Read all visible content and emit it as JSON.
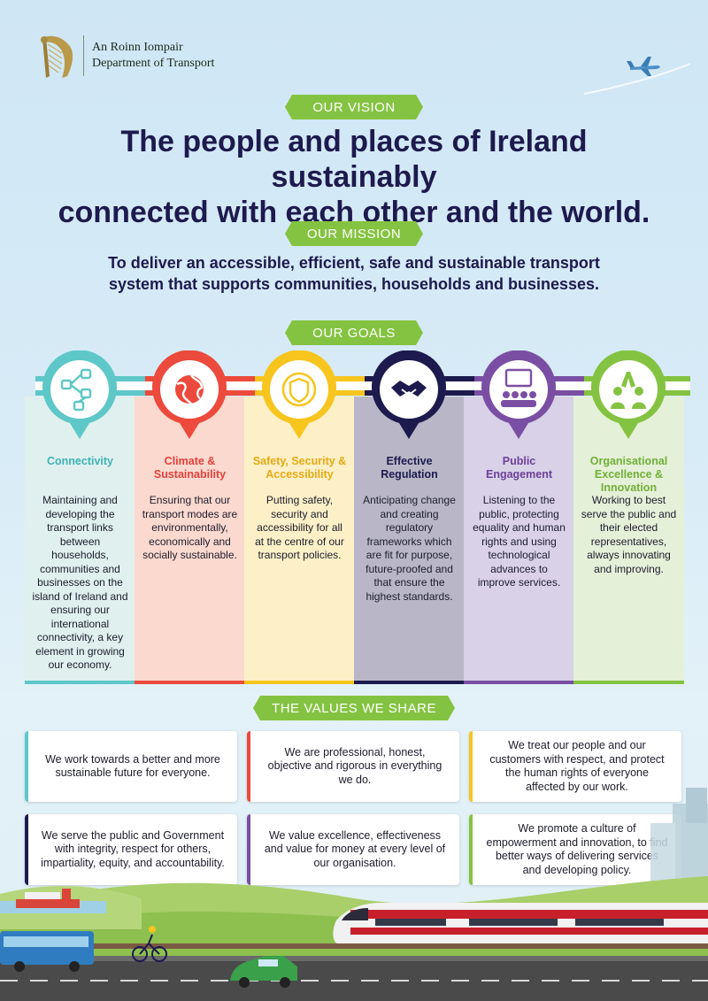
{
  "header": {
    "org_name_irish": "An Roinn Iompair",
    "org_name_english": "Department of Transport"
  },
  "vision": {
    "label": "OUR VISION",
    "line1": "The people and places of Ireland sustainably",
    "line2": "connected with each other and the world."
  },
  "mission": {
    "label": "OUR MISSION",
    "line1": "To deliver an accessible, efficient, safe and sustainable transport",
    "line2": "system that supports communities, households and businesses."
  },
  "goals": {
    "label": "OUR GOALS",
    "items": [
      {
        "title": "Connectivity",
        "description": "Maintaining and developing the transport links between households, communities and businesses on the island of Ireland and ensuring our international connectivity, a key element in growing our economy.",
        "color": "#5ec7c8",
        "bg": "#dff0ef",
        "title_color": "#3fb2b4",
        "icon": "network-icon"
      },
      {
        "title": "Climate & Sustainability",
        "description": "Ensuring that our transport modes are environmentally, economically and socially sustainable.",
        "color": "#ec4a3c",
        "bg": "#fbd9cf",
        "title_color": "#e2403a",
        "icon": "globe-icon"
      },
      {
        "title": "Safety, Security & Accessibility",
        "description": "Putting safety, security and accessibility for all at the centre of our transport policies.",
        "color": "#f7c51e",
        "bg": "#fdf0c7",
        "title_color": "#e6a913",
        "icon": "shield-icon"
      },
      {
        "title": "Effective Regulation",
        "description": "Anticipating change and creating regulatory frameworks which are fit for purpose, future-proofed and that ensure the highest standards.",
        "color": "#1d1a4e",
        "bg": "#b9b7c7",
        "title_color": "#1d1a4e",
        "icon": "handshake-icon"
      },
      {
        "title": "Public Engagement",
        "description": "Listening to the public, protecting equality and human rights and using technological advances to improve services.",
        "color": "#7a4fa3",
        "bg": "#d8d1e8",
        "title_color": "#6c3f98",
        "icon": "audience-icon"
      },
      {
        "title": "Organisational Excellence & Innovation",
        "description": "Working to best serve the public and their elected representatives, always innovating and improving.",
        "color": "#84c341",
        "bg": "#e5f0d8",
        "title_color": "#6fb036",
        "icon": "high-five-icon"
      }
    ]
  },
  "values": {
    "label": "THE VALUES WE SHARE",
    "items": [
      {
        "text": "We work towards a better and more sustainable future for everyone.",
        "accent": "#5ec7c8"
      },
      {
        "text": "We are professional, honest, objective and rigorous in everything we do.",
        "accent": "#ec4a3c"
      },
      {
        "text": "We treat our people and our customers with respect, and protect the human rights of everyone affected by our work.",
        "accent": "#f7c51e"
      },
      {
        "text": "We serve the public and Government with integrity, respect for others, impartiality, equity, and accountability.",
        "accent": "#1d1a4e"
      },
      {
        "text": "We value excellence, effectiveness and value for money at every level of our organisation.",
        "accent": "#7a4fa3"
      },
      {
        "text": "We promote a culture of empowerment and innovation, to find better ways of delivering services and developing policy.",
        "accent": "#84c341"
      }
    ]
  }
}
